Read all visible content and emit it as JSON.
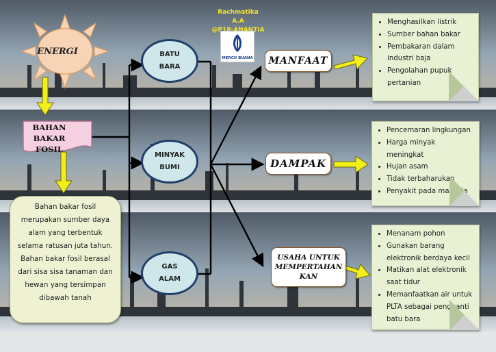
{
  "header": {
    "author_name": "Rachmatika A.A",
    "author_id": "@P18-ANANTIA",
    "logo_text": "MERCU BUANA"
  },
  "source": {
    "sun_label": "ENERGI",
    "fuel_label_line1": "BAHAN BAKAR",
    "fuel_label_line2": "FOSIL",
    "description": "Bahan bakar fosil merupakan sumber daya alam yang terbentuk selama ratusan juta tahun. Bahan bakar fosil berasal dari sisa sisa tanaman dan hewan yang tersimpan dibawah tanah"
  },
  "fuels": [
    {
      "line1": "BATU",
      "line2": "BARA"
    },
    {
      "line1": "MINYAK",
      "line2": "BUMI"
    },
    {
      "line1": "GAS",
      "line2": "ALAM"
    }
  ],
  "topics": {
    "manfaat": {
      "title": "MANFAAT",
      "items": [
        "Menghasilkan listrik",
        "Sumber bahan bakar",
        "Pembakaran dalam industri baja",
        "Pengolahan pupuk pertanian"
      ]
    },
    "dampak": {
      "title": "DAMPAK",
      "items": [
        "Pencemaran lingkungan",
        "Harga minyak meningkat",
        "Hujan asam",
        "Tidak terbaharukan",
        "Penyakit pada manusia"
      ]
    },
    "usaha": {
      "title_line1": "USAHA UNTUK",
      "title_line2": "MEMPERTAHAN",
      "title_line3": "KAN",
      "items": [
        "Menanam pohon",
        "Gunakan barang elektronik berdaya kecil",
        "Matikan alat elektronik saat tidur",
        "Memanfaatkan air untuk PLTA sebagai pengganti batu bara"
      ]
    }
  },
  "colors": {
    "sky": "#8e9fae",
    "arrow_yellow": "#f2ee1a",
    "oval_fill": "#cfe6ea",
    "note_fill": "#e8f1d4",
    "banner_fill": "#f6cfe0"
  }
}
